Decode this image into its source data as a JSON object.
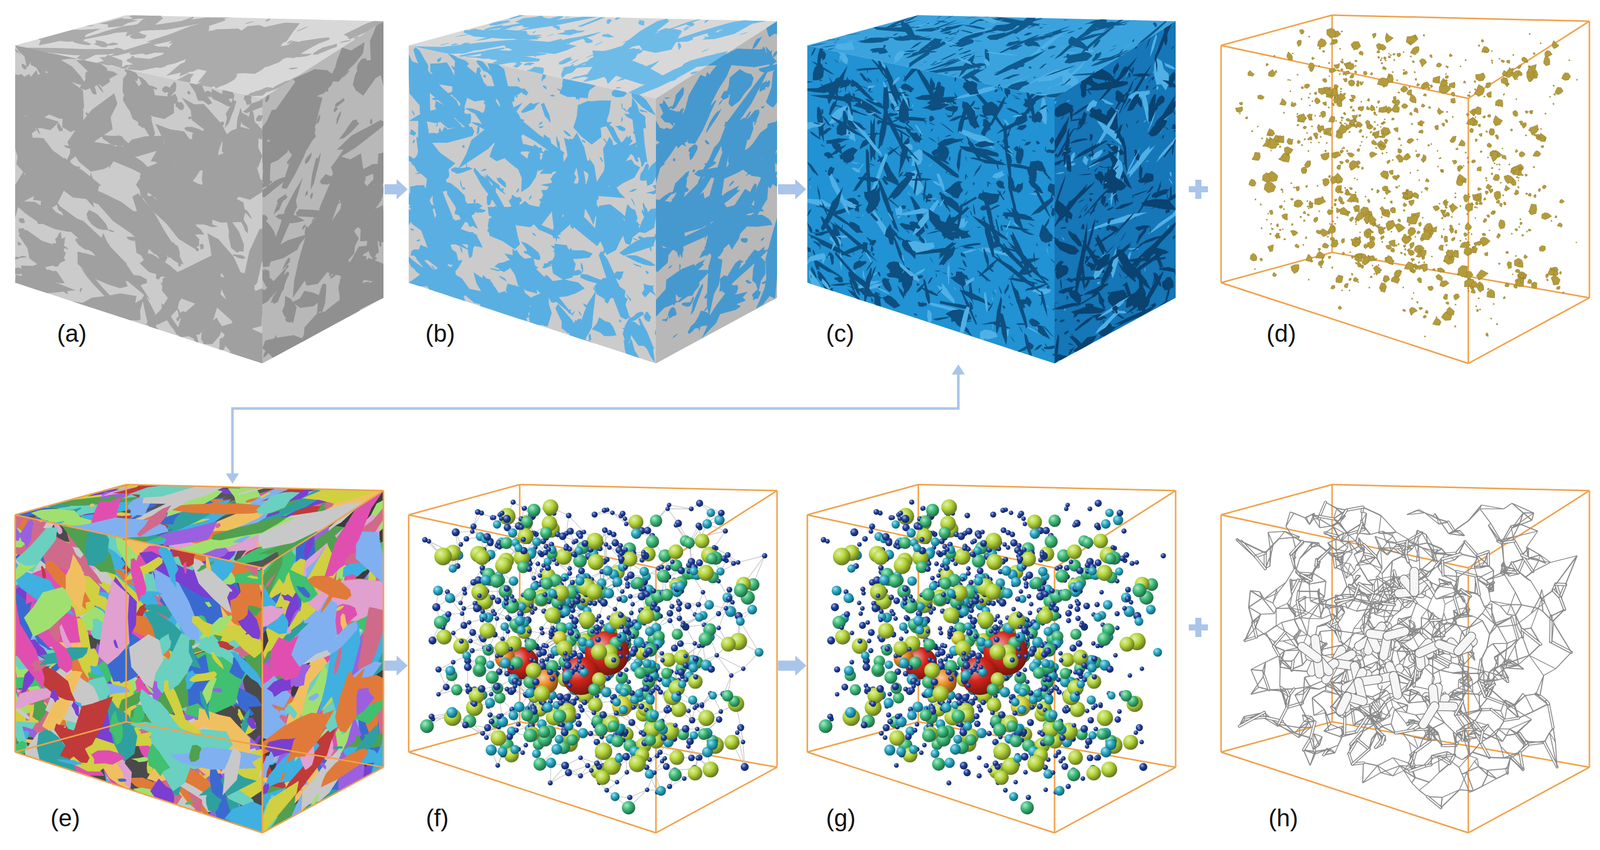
{
  "diagram": {
    "nodes": [
      {
        "text": [
          "(a)"
        ]
      },
      {
        "text": [
          "(b)"
        ]
      },
      {
        "text": [
          "(c)"
        ]
      },
      {
        "text": [
          "(d)"
        ]
      },
      {
        "text": [
          "(e)"
        ]
      },
      {
        "text": [
          "(f)"
        ]
      },
      {
        "text": [
          "(g)"
        ]
      },
      {
        "text": [
          "(h)"
        ]
      }
    ],
    "edges": [
      {
        "from": 0,
        "to": 1,
        "arrow": "to"
      },
      {
        "from": 1,
        "to": 2,
        "arrow": "to"
      },
      {
        "from": 2,
        "to": 4,
        "arrow": "both"
      },
      {
        "from": 4,
        "to": 5,
        "arrow": "to"
      },
      {
        "from": 5,
        "to": 6,
        "arrow": "to"
      }
    ]
  }
}
